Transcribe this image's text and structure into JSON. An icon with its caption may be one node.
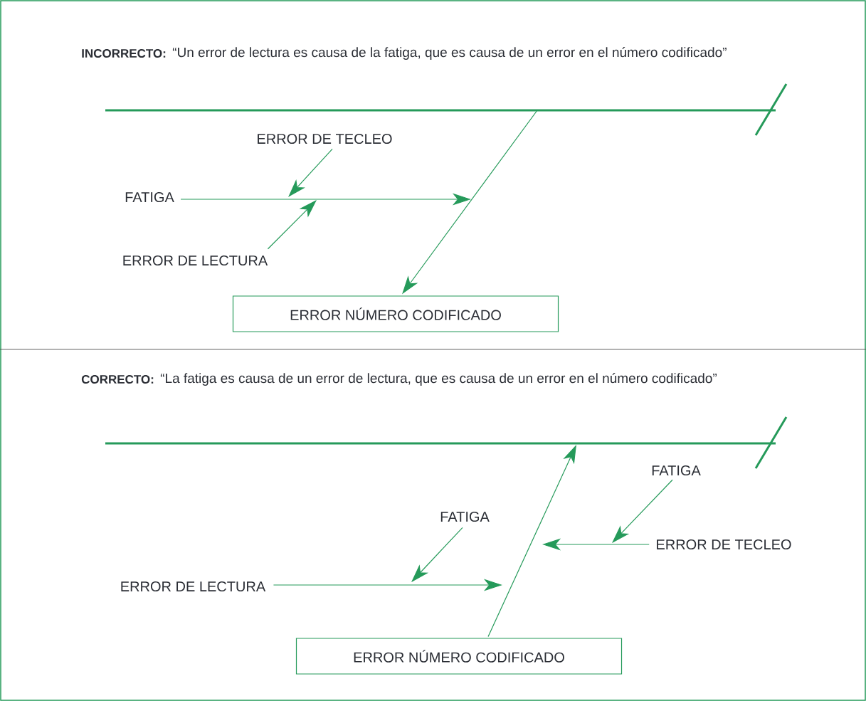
{
  "diagram": {
    "nodes": [
      {
        "text": [
          "ERROR DE TECLEO"
        ]
      },
      {
        "text": [
          "FATIGA"
        ]
      },
      {
        "text": [
          "ERROR DE LECTURA"
        ]
      },
      {
        "text": [
          "ERROR NÚMERO CODIFICADO"
        ]
      },
      {
        "text": [
          "FATIGA"
        ]
      },
      {
        "text": [
          "FATIGA"
        ]
      },
      {
        "text": [
          "ERROR DE TECLEO"
        ]
      },
      {
        "text": [
          "ERROR DE LECTURA"
        ]
      },
      {
        "text": [
          "ERROR NÚMERO CODIFICADO"
        ]
      }
    ],
    "edges": [
      {
        "from": 0,
        "to": null,
        "arrow": "to"
      },
      {
        "from": 1,
        "to": null,
        "arrow": "to"
      },
      {
        "from": 2,
        "to": null,
        "arrow": "to"
      },
      {
        "from": null,
        "to": 3,
        "arrow": "to"
      },
      {
        "from": 4,
        "to": null,
        "arrow": "to"
      },
      {
        "from": 5,
        "to": null,
        "arrow": "to"
      },
      {
        "from": 6,
        "to": null,
        "arrow": "to"
      },
      {
        "from": 7,
        "to": null,
        "arrow": "to"
      },
      {
        "from": 8,
        "to": null,
        "arrow": "to"
      }
    ],
    "labels": [
      "INCORRECTO:",
      "“Un error de lectura es causa de la fatiga, que es causa de un error en el número codificado”",
      "CORRECTO:",
      "“La fatiga es causa de un error de lectura, que es causa de un error en el número codificado”"
    ]
  }
}
